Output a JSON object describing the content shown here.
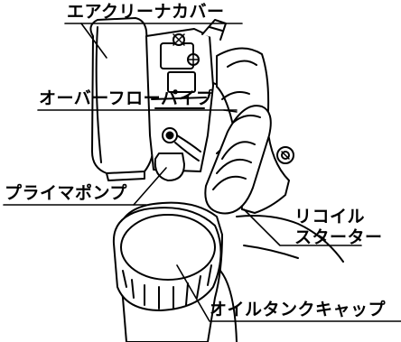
{
  "labels": {
    "air_cleaner_cover": "エアクリーナカバー",
    "overflow_pipe": "オーバーフローパイプ",
    "primer_pump": "プライマポンプ",
    "recoil_starter_line1": "リコイル",
    "recoil_starter_line2": "スターター",
    "oil_tank_cap": "オイルタンクキャップ"
  },
  "colors": {
    "ink": "#000000",
    "paper": "#ffffff",
    "shade": "#dddddd"
  }
}
